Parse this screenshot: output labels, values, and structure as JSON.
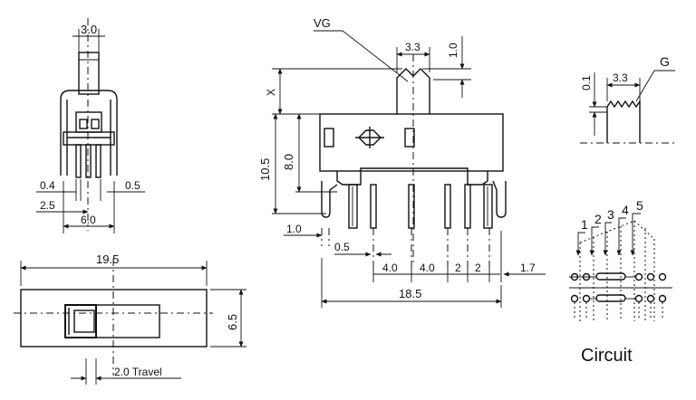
{
  "dims": {
    "top_view_width": "3.0",
    "pin_width": "0.4",
    "pin_gap": "0.5",
    "pin_pitch": "2.5",
    "body_width": "6.0",
    "overall_length": "19.5",
    "body_height": "6.5",
    "travel": "2.0 Travel",
    "vg_label": "VG",
    "actuator_width": "3.3",
    "actuator_notch": "1.0",
    "actuator_x": "X",
    "height_total": "10.5",
    "height_body": "8.0",
    "lead_offset": "1.0",
    "lead_width": "0.5",
    "pitch_a": "4.0",
    "pitch_b": "4.0",
    "pitch_c": "2",
    "pitch_d": "2",
    "edge_offset": "1.7",
    "base_length": "18.5",
    "detail_gap": "0.1",
    "detail_width": "3.3",
    "detail_label": "G"
  },
  "circuit": {
    "pin_numbers": [
      "1",
      "2",
      "3",
      "4",
      "5"
    ],
    "caption": "Circuit"
  }
}
